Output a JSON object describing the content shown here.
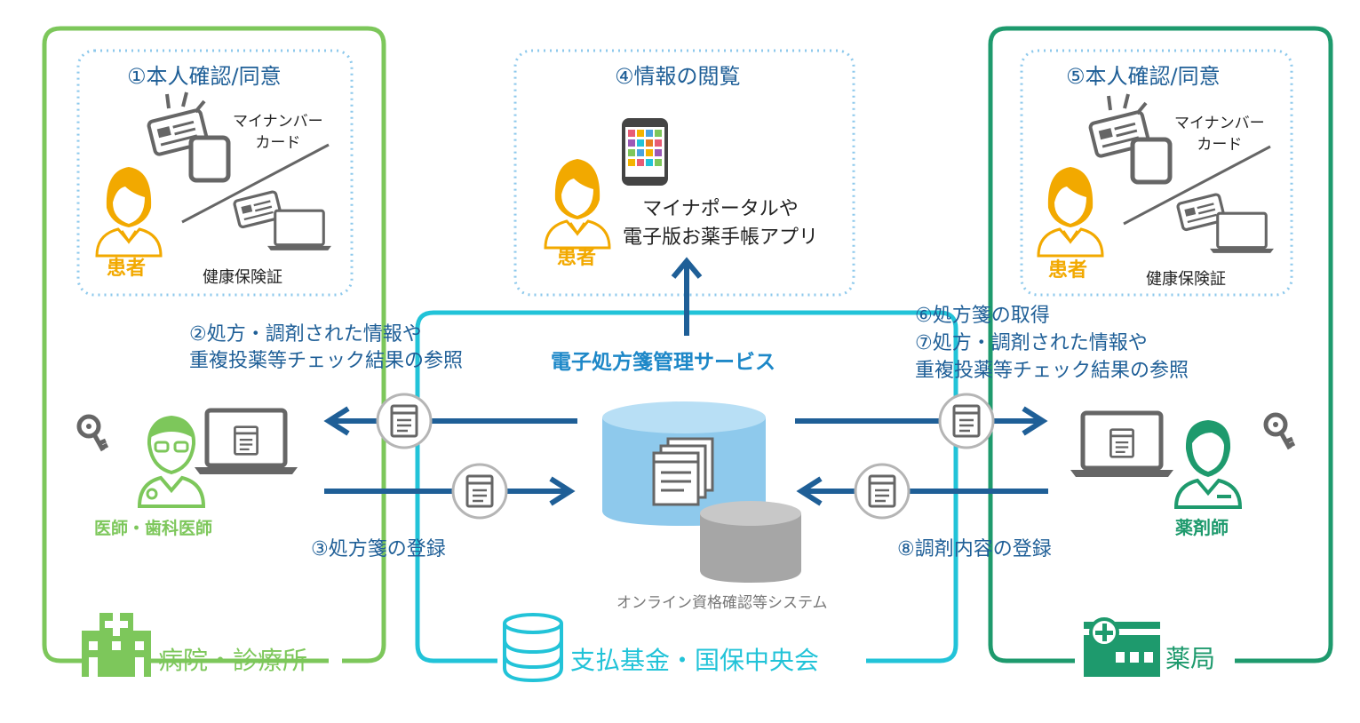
{
  "hospital": {
    "label": "病院・診療所",
    "confirm": "①本人確認/同意",
    "patient": "患者",
    "mynumber": "マイナンバー\nカード",
    "insurance": "健康保険証",
    "doctor": "医師・歯科医師",
    "view": "②処方・調剤された情報や\n重複投薬等チェック結果の参照",
    "register": "③処方箋の登録"
  },
  "fund": {
    "label": "支払基金・国保中央会",
    "service": "電子処方箋管理サービス",
    "system": "オンライン資格確認等システム"
  },
  "patient_view": {
    "title": "④情報の閲覧",
    "patient": "患者",
    "apps": "マイナポータルや\n電子版お薬手帳アプリ"
  },
  "pharmacy": {
    "label": "薬局",
    "confirm": "⑤本人確認/同意",
    "patient": "患者",
    "mynumber": "マイナンバー\nカード",
    "insurance": "健康保険証",
    "pharmacist": "薬剤師",
    "acquire": "⑥処方箋の取得\n⑦処方・調剤された情報や\n重複投薬等チェック結果の参照",
    "register": "⑧調剤内容の登録"
  },
  "colors": {
    "hospital": "#7dc75b",
    "fund": "#22c3d8",
    "pharmacy": "#1e9a6d",
    "arrow": "#1f5f97",
    "patient": "#f2a900",
    "db": "#8ec9ec",
    "db_grey": "#a6a6a6"
  }
}
